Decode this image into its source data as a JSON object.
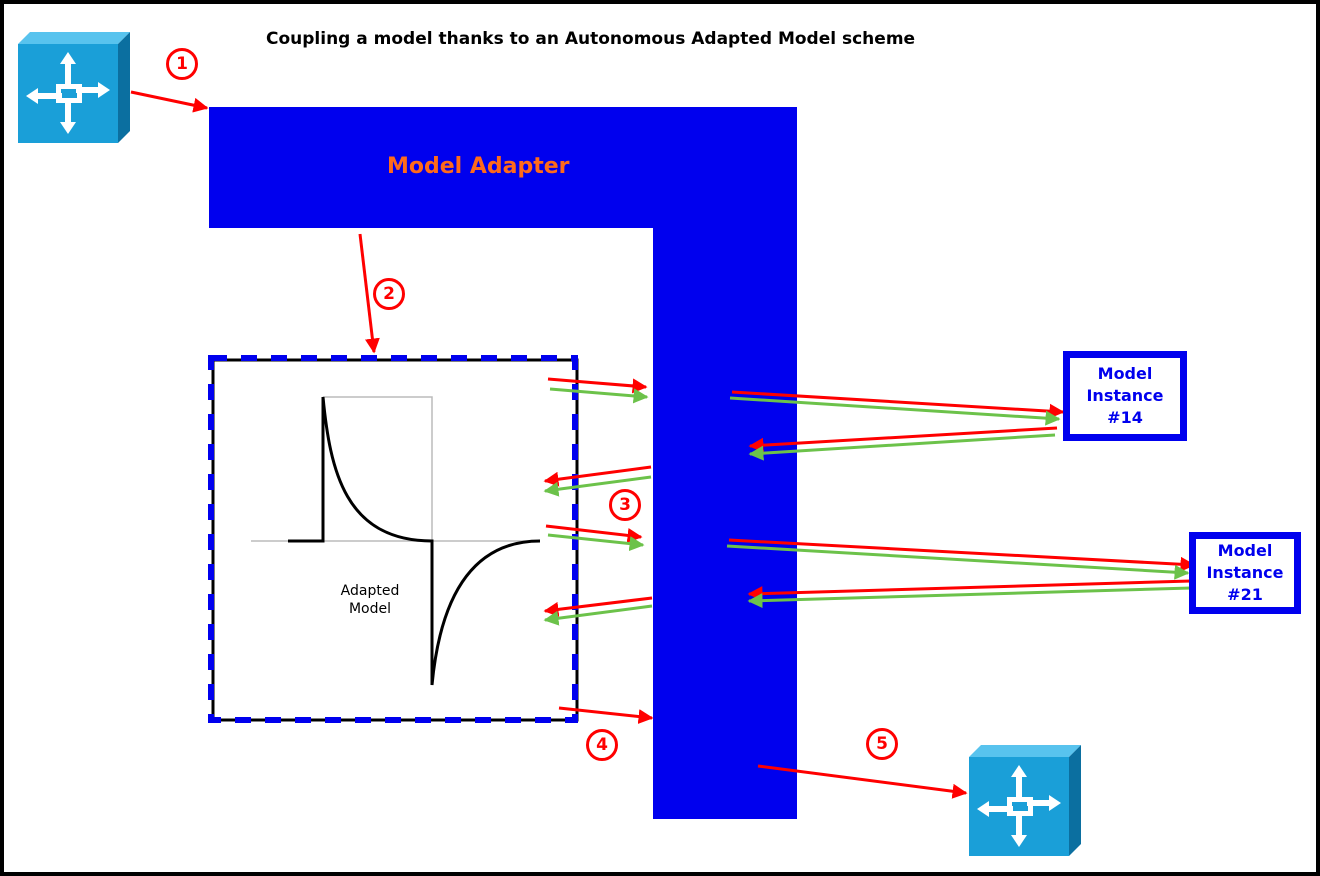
{
  "title": "Coupling a model thanks to an Autonomous Adapted Model scheme",
  "model_adapter": {
    "label": "Model Adapter",
    "color": "#0000ee",
    "label_color": "#ff6a1a"
  },
  "adapted_model": {
    "label_line1": "Adapted",
    "label_line2": "Model"
  },
  "instances": [
    {
      "line1": "Model",
      "line2": "Instance",
      "line3": "#14"
    },
    {
      "line1": "Model",
      "line2": "Instance",
      "line3": "#21"
    }
  ],
  "steps": [
    "1",
    "2",
    "3",
    "4",
    "5"
  ],
  "colors": {
    "request_arrow": "#ff0000",
    "response_arrow": "#6cc24a",
    "router": "#1a9fd8"
  },
  "icons": {
    "source_router": "router-icon",
    "target_router": "router-icon"
  }
}
